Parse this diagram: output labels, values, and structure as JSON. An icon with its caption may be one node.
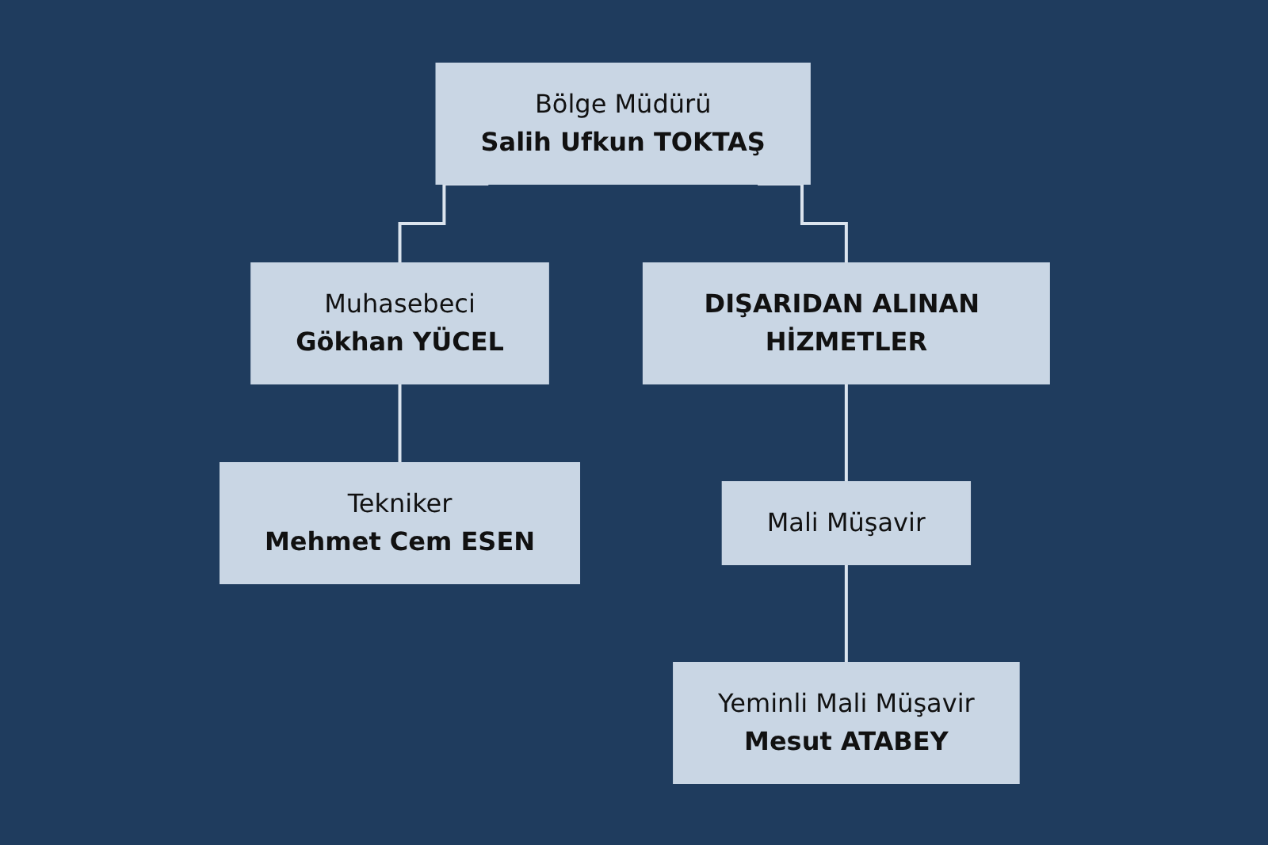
{
  "diagram": {
    "nodes": [
      {
        "text": [
          "Bölge Müdürü",
          "Salih Ufkun TOKTAŞ"
        ]
      },
      {
        "text": [
          "Muhasebeci",
          "Gökhan YÜCEL"
        ]
      },
      {
        "text": [
          "Tekniker",
          "Mehmet Cem ESEN"
        ]
      },
      {
        "text": [
          "DIŞARIDAN ALINAN HİZMETLER"
        ]
      },
      {
        "text": [
          "Mali Müşavir"
        ]
      },
      {
        "text": [
          "Yeminli Mali Müşavir",
          "Mesut ATABEY"
        ]
      }
    ],
    "edges": [
      {
        "from": 0,
        "to": 1,
        "arrow": "none"
      },
      {
        "from": 1,
        "to": 2,
        "arrow": "none"
      },
      {
        "from": 0,
        "to": 3,
        "arrow": "none"
      },
      {
        "from": 3,
        "to": 4,
        "arrow": "none"
      },
      {
        "from": 4,
        "to": 5,
        "arrow": "none"
      }
    ]
  }
}
